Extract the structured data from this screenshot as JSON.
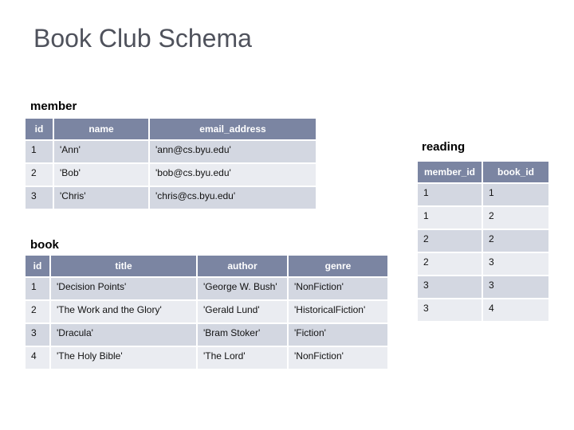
{
  "slide": {
    "title": "Book Club Schema"
  },
  "colors": {
    "background": "#ffffff",
    "title_text": "#4f525c",
    "table_header_bg": "#7b85a2",
    "table_header_text": "#ffffff",
    "row_dark_bg": "#d3d7e1",
    "row_light_bg": "#eaecf1",
    "body_text": "#121212",
    "label_text": "#000000"
  },
  "tables": {
    "member": {
      "label": "member",
      "columns": [
        "id",
        "name",
        "email_address"
      ],
      "rows": [
        [
          "1",
          "'Ann'",
          "'ann@cs.byu.edu'"
        ],
        [
          "2",
          "'Bob'",
          "'bob@cs.byu.edu'"
        ],
        [
          "3",
          "'Chris'",
          "'chris@cs.byu.edu'"
        ]
      ]
    },
    "book": {
      "label": "book",
      "columns": [
        "id",
        "title",
        "author",
        "genre"
      ],
      "rows": [
        [
          "1",
          "'Decision Points'",
          "'George W. Bush'",
          "'NonFiction'"
        ],
        [
          "2",
          "'The Work and the Glory'",
          "'Gerald Lund'",
          "'HistoricalFiction'"
        ],
        [
          "3",
          "'Dracula'",
          "'Bram Stoker'",
          "'Fiction'"
        ],
        [
          "4",
          "'The Holy Bible'",
          "'The Lord'",
          "'NonFiction'"
        ]
      ]
    },
    "reading": {
      "label": "reading",
      "columns": [
        "member_id",
        "book_id"
      ],
      "rows": [
        [
          "1",
          "1"
        ],
        [
          "1",
          "2"
        ],
        [
          "2",
          "2"
        ],
        [
          "2",
          "3"
        ],
        [
          "3",
          "3"
        ],
        [
          "3",
          "4"
        ]
      ]
    }
  }
}
